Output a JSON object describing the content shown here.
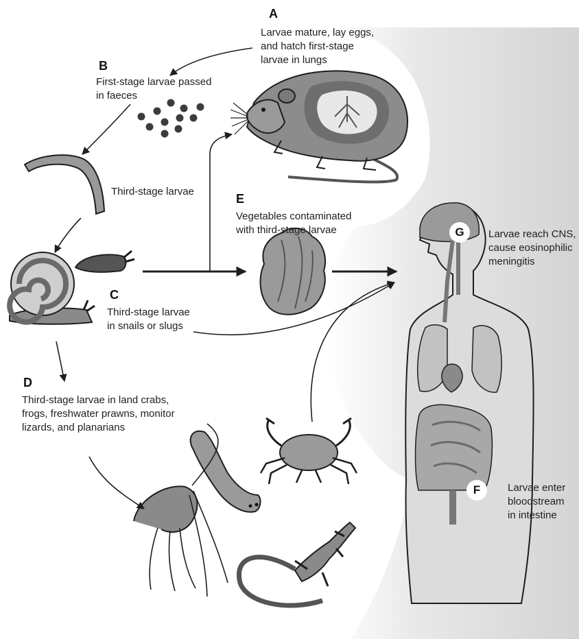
{
  "stages": {
    "A": {
      "letter": "A",
      "text": "Larvae mature, lay eggs,\nand hatch first-stage\nlarvae in lungs"
    },
    "B": {
      "letter": "B",
      "text": "First-stage larvae passed\nin faeces"
    },
    "third_stage": {
      "text": "Third-stage larvae"
    },
    "C": {
      "letter": "C",
      "text": "Third-stage larvae\nin snails or slugs"
    },
    "D": {
      "letter": "D",
      "text": "Third-stage larvae in land crabs,\nfrogs, freshwater prawns, monitor\nlizards, and planarians"
    },
    "E": {
      "letter": "E",
      "text": "Vegetables contaminated\nwith third-stage larvae"
    },
    "G": {
      "letter": "G",
      "text": "Larvae reach CNS,\ncause eosinophilic\nmeningitis"
    },
    "F": {
      "letter": "F",
      "text": "Larvae enter\nbloodstream\nin intestine"
    }
  },
  "colors": {
    "ink": "#1e1e1e",
    "shade_light": "#d8d8d8",
    "organ_gray": "#a8a8a8",
    "dark_gray": "#555555",
    "background": "#ffffff"
  }
}
